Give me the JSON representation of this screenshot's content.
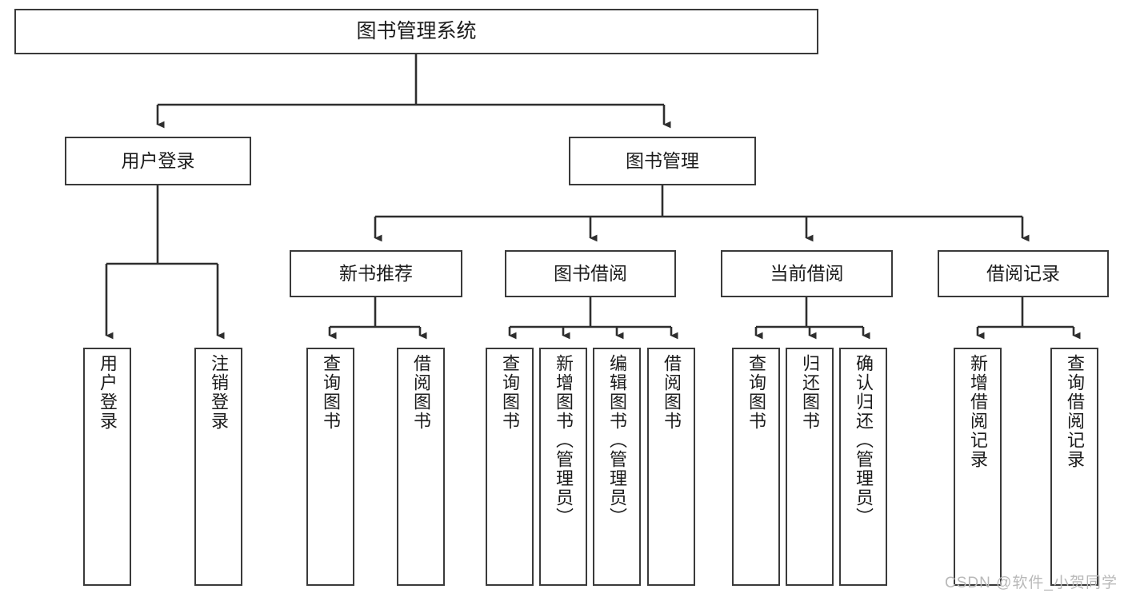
{
  "diagram": {
    "type": "tree",
    "title": "图书管理系统",
    "root": {
      "label": "图书管理系统"
    },
    "level2": [
      {
        "label": "用户登录"
      },
      {
        "label": "图书管理"
      }
    ],
    "level3": [
      {
        "label": "新书推荐"
      },
      {
        "label": "图书借阅"
      },
      {
        "label": "当前借阅"
      },
      {
        "label": "借阅记录"
      }
    ],
    "leaves": {
      "user_login": [
        {
          "label": "用户登录"
        },
        {
          "label": "注销登录"
        }
      ],
      "new_book": [
        {
          "label": "查询图书"
        },
        {
          "label": "借阅图书"
        }
      ],
      "book_borrow": [
        {
          "label": "查询图书"
        },
        {
          "label": "新增图书（管理员）"
        },
        {
          "label": "编辑图书（管理员）"
        },
        {
          "label": "借阅图书"
        }
      ],
      "current_borrow": [
        {
          "label": "查询图书"
        },
        {
          "label": "归还图书"
        },
        {
          "label": "确认归还（管理员）"
        }
      ],
      "borrow_record": [
        {
          "label": "新增借阅记录"
        },
        {
          "label": "查询借阅记录"
        }
      ]
    }
  },
  "watermark": {
    "text": "CSDN @软件_小贺同学"
  },
  "colors": {
    "border": "#3a3a3a",
    "background": "#ffffff",
    "text": "#1c1c1c",
    "watermark": "#b9b9b9"
  }
}
